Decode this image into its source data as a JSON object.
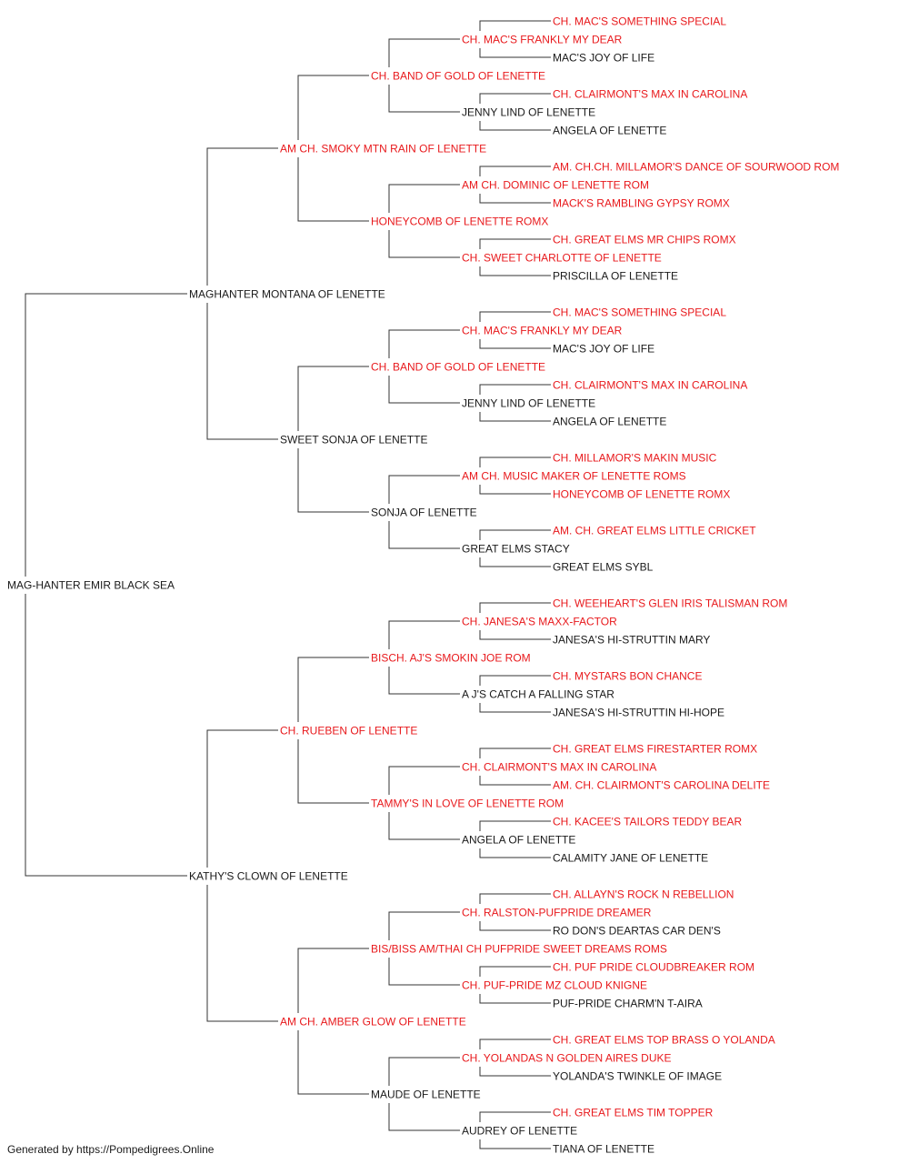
{
  "pedigree": {
    "name": "MAG-HANTER EMIR BLACK SEA",
    "champion": false,
    "sire": {
      "name": "MAGHANTER MONTANA OF LENETTE",
      "champion": false,
      "sire": {
        "name": "AM CH. SMOKY MTN RAIN OF LENETTE",
        "champion": true,
        "sire": {
          "name": "CH. BAND OF GOLD OF LENETTE",
          "champion": true,
          "sire": {
            "name": "CH. MAC'S FRANKLY MY DEAR",
            "champion": true,
            "sire": {
              "name": "CH. MAC'S SOMETHING SPECIAL",
              "champion": true
            },
            "dam": {
              "name": "MAC'S JOY OF LIFE",
              "champion": false
            }
          },
          "dam": {
            "name": "JENNY LIND OF LENETTE",
            "champion": false,
            "sire": {
              "name": "CH. CLAIRMONT'S MAX IN CAROLINA",
              "champion": true
            },
            "dam": {
              "name": "ANGELA OF LENETTE",
              "champion": false
            }
          }
        },
        "dam": {
          "name": "HONEYCOMB OF LENETTE ROMX",
          "champion": true,
          "sire": {
            "name": "AM CH. DOMINIC OF LENETTE ROM",
            "champion": true,
            "sire": {
              "name": "AM. CH.CH. MILLAMOR'S DANCE OF SOURWOOD ROM",
              "champion": true
            },
            "dam": {
              "name": "MACK'S RAMBLING GYPSY ROMX",
              "champion": true
            }
          },
          "dam": {
            "name": "CH. SWEET CHARLOTTE OF LENETTE",
            "champion": true,
            "sire": {
              "name": "CH. GREAT ELMS MR CHIPS ROMX",
              "champion": true
            },
            "dam": {
              "name": "PRISCILLA OF LENETTE",
              "champion": false
            }
          }
        }
      },
      "dam": {
        "name": "SWEET SONJA OF LENETTE",
        "champion": false,
        "sire": {
          "name": "CH. BAND OF GOLD OF LENETTE",
          "champion": true,
          "sire": {
            "name": "CH. MAC'S FRANKLY MY DEAR",
            "champion": true,
            "sire": {
              "name": "CH. MAC'S SOMETHING SPECIAL",
              "champion": true
            },
            "dam": {
              "name": "MAC'S JOY OF LIFE",
              "champion": false
            }
          },
          "dam": {
            "name": "JENNY LIND OF LENETTE",
            "champion": false,
            "sire": {
              "name": "CH. CLAIRMONT'S MAX IN CAROLINA",
              "champion": true
            },
            "dam": {
              "name": "ANGELA OF LENETTE",
              "champion": false
            }
          }
        },
        "dam": {
          "name": "SONJA OF LENETTE",
          "champion": false,
          "sire": {
            "name": "AM CH. MUSIC MAKER OF LENETTE ROMS",
            "champion": true,
            "sire": {
              "name": "CH. MILLAMOR'S MAKIN MUSIC",
              "champion": true
            },
            "dam": {
              "name": "HONEYCOMB OF LENETTE ROMX",
              "champion": true
            }
          },
          "dam": {
            "name": "GREAT ELMS STACY",
            "champion": false,
            "sire": {
              "name": "AM. CH. GREAT ELMS LITTLE CRICKET",
              "champion": true
            },
            "dam": {
              "name": "GREAT ELMS SYBL",
              "champion": false
            }
          }
        }
      }
    },
    "dam": {
      "name": "KATHY'S CLOWN OF LENETTE",
      "champion": false,
      "sire": {
        "name": "CH. RUEBEN OF LENETTE",
        "champion": true,
        "sire": {
          "name": "BISCH. AJ'S SMOKIN JOE ROM",
          "champion": true,
          "sire": {
            "name": "CH. JANESA'S MAXX-FACTOR",
            "champion": true,
            "sire": {
              "name": "CH. WEEHEART'S GLEN IRIS TALISMAN ROM",
              "champion": true
            },
            "dam": {
              "name": "JANESA'S HI-STRUTTIN MARY",
              "champion": false
            }
          },
          "dam": {
            "name": "A J'S CATCH A FALLING STAR",
            "champion": false,
            "sire": {
              "name": "CH. MYSTARS BON CHANCE",
              "champion": true
            },
            "dam": {
              "name": "JANESA'S HI-STRUTTIN HI-HOPE",
              "champion": false
            }
          }
        },
        "dam": {
          "name": "TAMMY'S IN LOVE OF LENETTE ROM",
          "champion": true,
          "sire": {
            "name": "CH. CLAIRMONT'S MAX IN CAROLINA",
            "champion": true,
            "sire": {
              "name": "CH. GREAT ELMS FIRESTARTER ROMX",
              "champion": true
            },
            "dam": {
              "name": "AM. CH. CLAIRMONT'S CAROLINA DELITE",
              "champion": true
            }
          },
          "dam": {
            "name": "ANGELA OF LENETTE",
            "champion": false,
            "sire": {
              "name": "CH. KACEE'S TAILORS TEDDY BEAR",
              "champion": true
            },
            "dam": {
              "name": "CALAMITY JANE OF LENETTE",
              "champion": false
            }
          }
        }
      },
      "dam": {
        "name": "AM CH. AMBER GLOW OF LENETTE",
        "champion": true,
        "sire": {
          "name": "BIS/BISS AM/THAI CH PUFPRIDE SWEET DREAMS ROMS",
          "champion": true,
          "sire": {
            "name": "CH. RALSTON-PUFPRIDE DREAMER",
            "champion": true,
            "sire": {
              "name": "CH. ALLAYN'S ROCK N REBELLION",
              "champion": true
            },
            "dam": {
              "name": "RO DON'S DEARTAS CAR DEN'S",
              "champion": false
            }
          },
          "dam": {
            "name": "CH. PUF-PRIDE MZ CLOUD KNIGNE",
            "champion": true,
            "sire": {
              "name": "CH. PUF PRIDE CLOUDBREAKER ROM",
              "champion": true
            },
            "dam": {
              "name": "PUF-PRIDE CHARM'N T-AIRA",
              "champion": false
            }
          }
        },
        "dam": {
          "name": "MAUDE OF LENETTE",
          "champion": false,
          "sire": {
            "name": "CH. YOLANDAS N GOLDEN AIRES DUKE",
            "champion": true,
            "sire": {
              "name": "CH. GREAT ELMS TOP BRASS O YOLANDA",
              "champion": true
            },
            "dam": {
              "name": "YOLANDA'S TWINKLE OF IMAGE",
              "champion": false
            }
          },
          "dam": {
            "name": "AUDREY OF LENETTE",
            "champion": false,
            "sire": {
              "name": "CH. GREAT ELMS TIM TOPPER",
              "champion": true
            },
            "dam": {
              "name": "TIANA OF LENETTE",
              "champion": false
            }
          }
        }
      }
    }
  },
  "footer": "Generated by https://Pompedigrees.Online",
  "colors": {
    "champion": "#e8191c",
    "normal": "#1a1a1a",
    "line": "#333333"
  }
}
